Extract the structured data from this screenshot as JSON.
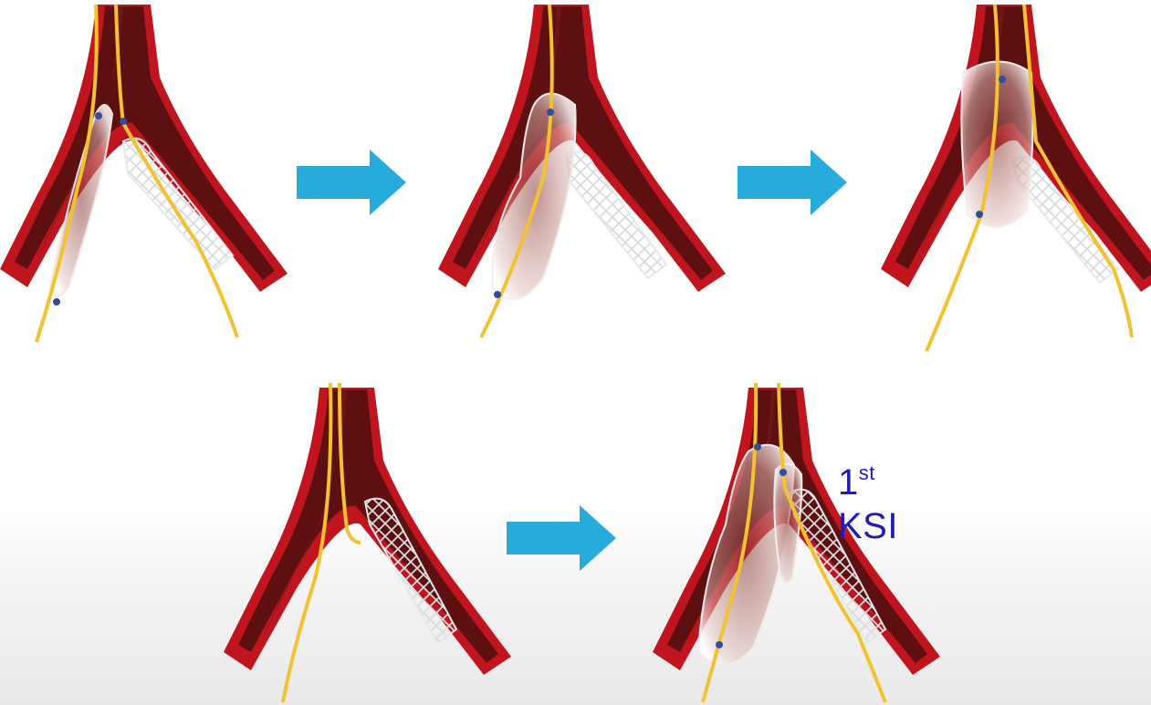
{
  "colors": {
    "vessel_outer": "#c0151e",
    "vessel_lumen": "#5e0f0f",
    "wire": "#f2c230",
    "arrow": "#27abdc",
    "label": "#1f1ab8",
    "stent": "#c8ccd2"
  },
  "steps": [
    {
      "name": "step-1-stent-and-balloon-positioned"
    },
    {
      "name": "step-2-main-branch-balloon-inflated"
    },
    {
      "name": "step-3-balloon-proximal-inflated"
    },
    {
      "name": "step-4-wire-rewired-into-side-branch"
    },
    {
      "name": "step-5-kissing-balloon-inflation"
    }
  ],
  "annotation": {
    "number": "1",
    "superscript": "st",
    "text": "KSI"
  }
}
